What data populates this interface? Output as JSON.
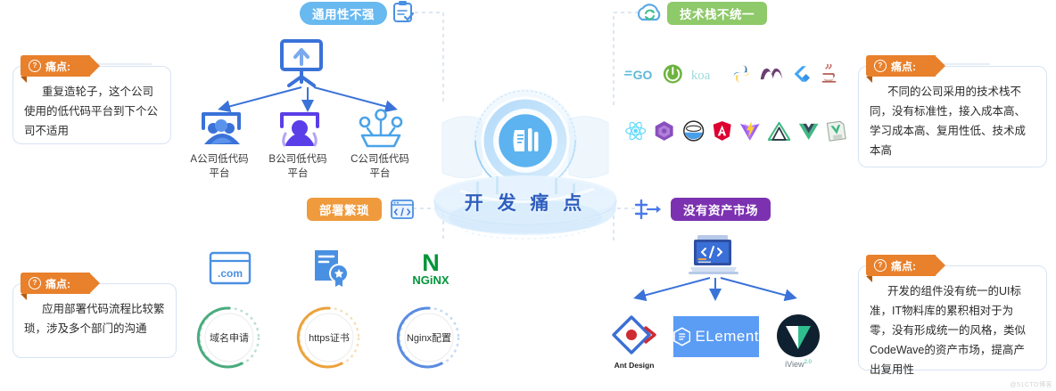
{
  "center": {
    "title": "开 发 痛 点",
    "icon": "hub-chart-icon",
    "accent": "#3f6fd8"
  },
  "branches": [
    {
      "id": "generality",
      "badge_label": "通用性不强",
      "badge_color": "#68b9f0",
      "icon": "clipboard-check-icon",
      "source_icon": "presentation-upload-icon",
      "nodes": [
        {
          "icon": "users-group-icon",
          "label": "A公司低代码\n平台"
        },
        {
          "icon": "user-person-icon",
          "label": "B公司低代码\n平台"
        },
        {
          "icon": "team-meeting-icon",
          "label": "C公司低代码\n平台"
        }
      ],
      "pain": {
        "tag": "痛点:",
        "text": "重复造轮子，这个公司使用的低代码平台到下个公司不适用"
      }
    },
    {
      "id": "techstack",
      "badge_label": "技术栈不统一",
      "badge_color": "#8ec96a",
      "icon": "cloud-sync-icon",
      "backend_logos": [
        {
          "name": "go-logo",
          "label": "GO"
        },
        {
          "name": "springboot-logo",
          "label": "Spring Boot"
        },
        {
          "name": "koa-logo",
          "label": "koa"
        },
        {
          "name": "python-logo",
          "label": "Python"
        },
        {
          "name": "dotnet-logo",
          "label": ".NET"
        },
        {
          "name": "flutter-logo",
          "label": "Flutter"
        },
        {
          "name": "java-logo",
          "label": "Java"
        }
      ],
      "frontend_logos": [
        {
          "name": "react-logo",
          "label": "React"
        },
        {
          "name": "webpack-logo",
          "label": "Webpack"
        },
        {
          "name": "electron-logo",
          "label": "Electron"
        },
        {
          "name": "angular-logo",
          "label": "Angular"
        },
        {
          "name": "vite-logo",
          "label": "Vite"
        },
        {
          "name": "nuxt-logo",
          "label": "Nuxt"
        },
        {
          "name": "vue-logo",
          "label": "Vue"
        },
        {
          "name": "vuex-logo",
          "label": "Vuex"
        }
      ],
      "pain": {
        "tag": "痛点:",
        "text": "不同的公司采用的技术栈不同，没有标准性，接入成本高、学习成本高、复用性低、技术成本高"
      }
    },
    {
      "id": "deployment",
      "badge_label": "部署繁琐",
      "badge_color": "#ef9a3d",
      "icon": "code-window-icon",
      "steps": [
        {
          "icon": "domain-com-icon",
          "label": "域名申请",
          "color": "#4aab7e"
        },
        {
          "icon": "certificate-icon",
          "label": "https证书",
          "color": "#eba23c"
        },
        {
          "icon": "nginx-logo",
          "label": "Nginx配置",
          "color": "#5a8ce0"
        }
      ],
      "pain": {
        "tag": "痛点:",
        "text": "应用部署代码流程比较繁琐，涉及多个部门的沟通"
      }
    },
    {
      "id": "assets",
      "badge_label": "没有资产市场",
      "badge_color": "#7c32b0",
      "icon": "share-arrow-icon",
      "source_icon": "laptop-code-icon",
      "libraries": [
        {
          "name": "ant-design-logo",
          "label": "Ant Design"
        },
        {
          "name": "element-ui-logo",
          "label": "ELement"
        },
        {
          "name": "iview-logo",
          "label": "iView",
          "sup": "2.0"
        }
      ],
      "pain": {
        "tag": "痛点:",
        "text": "开发的组件没有统一的UI标准，IT物料库的累积相对于为零，没有形成统一的风格，类似CodeWave的资产市场，提高产出复用性"
      }
    }
  ],
  "watermark": "@51CTO博客"
}
